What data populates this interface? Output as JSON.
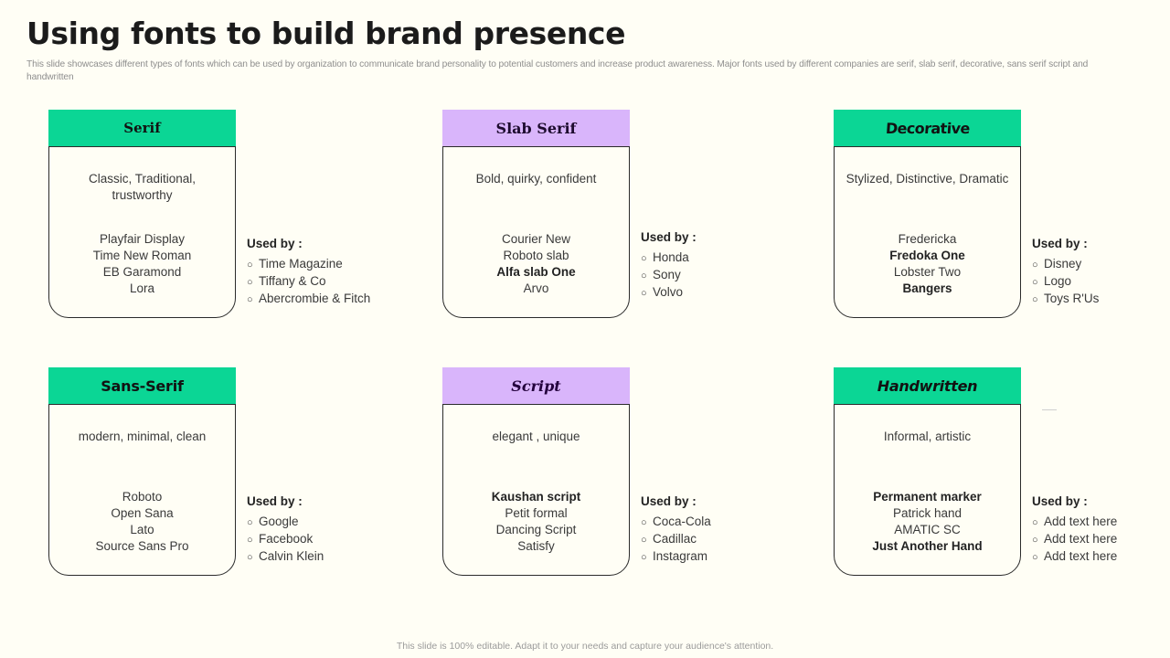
{
  "header": {
    "title": "Using fonts to build brand presence",
    "subtitle": "This slide showcases different types of fonts which can be used by organization to communicate brand personality to potential customers and increase product awareness. Major fonts used by different companies are serif, slab serif, decorative, sans serif script and handwritten"
  },
  "colors": {
    "green": "#0bd695",
    "purple": "#d9b5fb",
    "background": "#fffef5",
    "border": "#2b2b2b",
    "text": "#3a3a3a",
    "muted": "#9b9b9b"
  },
  "labels": {
    "used_by": "Used by :",
    "bullet": "○"
  },
  "cards": [
    {
      "title": "Serif",
      "header_color": "green",
      "traits": "Classic, Traditional, trustworthy",
      "fonts": [
        {
          "name": "Playfair Display",
          "bold": false
        },
        {
          "name": "Time New Roman",
          "bold": false
        },
        {
          "name": "EB Garamond",
          "bold": false
        },
        {
          "name": "Lora",
          "bold": false
        }
      ],
      "used_by_title": "Used by :",
      "used_by": [
        "Time Magazine",
        "Tiffany & Co",
        "Abercrombie & Fitch"
      ]
    },
    {
      "title": "Slab Serif",
      "header_color": "purple",
      "traits": "Bold, quirky,  confident",
      "fonts": [
        {
          "name": "Courier New",
          "bold": false
        },
        {
          "name": "Roboto slab",
          "bold": false
        },
        {
          "name": "Alfa slab One",
          "bold": true
        },
        {
          "name": "Arvo",
          "bold": false
        }
      ],
      "used_by_title": "Used by :",
      "used_by": [
        "Honda",
        "Sony",
        "Volvo"
      ]
    },
    {
      "title": "Decorative",
      "header_color": "green",
      "traits": "Stylized, Distinctive, Dramatic",
      "fonts": [
        {
          "name": "Fredericka",
          "bold": false
        },
        {
          "name": "Fredoka One",
          "bold": true
        },
        {
          "name": "Lobster Two",
          "bold": false
        },
        {
          "name": "Bangers",
          "bold": true
        }
      ],
      "used_by_title": "Used by :",
      "used_by": [
        "Disney",
        "Logo",
        "Toys R'Us"
      ]
    },
    {
      "title": "Sans-Serif",
      "header_color": "green",
      "traits": "modern, minimal, clean",
      "fonts": [
        {
          "name": "Roboto",
          "bold": false
        },
        {
          "name": "Open Sana",
          "bold": false
        },
        {
          "name": "Lato",
          "bold": false
        },
        {
          "name": "Source Sans Pro",
          "bold": false
        }
      ],
      "used_by_title": "Used by :",
      "used_by": [
        "Google",
        "Facebook",
        "Calvin Klein"
      ]
    },
    {
      "title": "Script",
      "header_color": "purple",
      "traits": "elegant , unique",
      "fonts": [
        {
          "name": "Kaushan script",
          "bold": true
        },
        {
          "name": "Petit formal",
          "bold": false
        },
        {
          "name": "Dancing Script",
          "bold": false
        },
        {
          "name": "Satisfy",
          "bold": false
        }
      ],
      "used_by_title": "Used by :",
      "used_by": [
        "Coca-Cola",
        "Cadillac",
        "Instagram"
      ]
    },
    {
      "title": "Handwritten",
      "header_color": "green",
      "traits": "Informal, artistic",
      "fonts": [
        {
          "name": "Permanent marker",
          "bold": true
        },
        {
          "name": "Patrick hand",
          "bold": false
        },
        {
          "name": "AMATIC  SC",
          "bold": false
        },
        {
          "name": "Just Another Hand",
          "bold": true
        }
      ],
      "used_by_title": "Used by :",
      "used_by": [
        "Add text here",
        "Add text here",
        "Add text here"
      ]
    }
  ],
  "footer": {
    "note": "This slide is 100% editable. Adapt it to your needs and capture your audience's attention."
  }
}
